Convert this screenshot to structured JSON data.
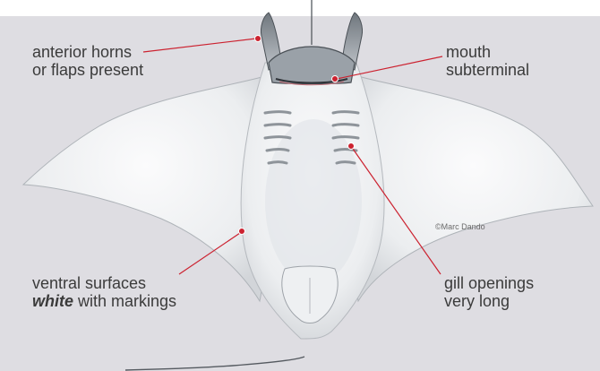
{
  "labels": {
    "anterior_horns": {
      "line1": "anterior horns",
      "line2": "or flaps present"
    },
    "mouth": {
      "line1": "mouth",
      "line2": "subterminal"
    },
    "ventral_surfaces": {
      "line1": "ventral surfaces",
      "line2_emphasis": "white",
      "line2_rest": " with markings"
    },
    "gill_openings": {
      "line1": "gill openings",
      "line2": "very long"
    }
  },
  "credit": "©Marc Dando",
  "colors": {
    "background_panel": "#dedde2",
    "ray_body": "#f4f5f6",
    "ray_shadow": "#b8bcc2",
    "leader_line": "#cc2230",
    "label_text": "#3b3b3b"
  }
}
